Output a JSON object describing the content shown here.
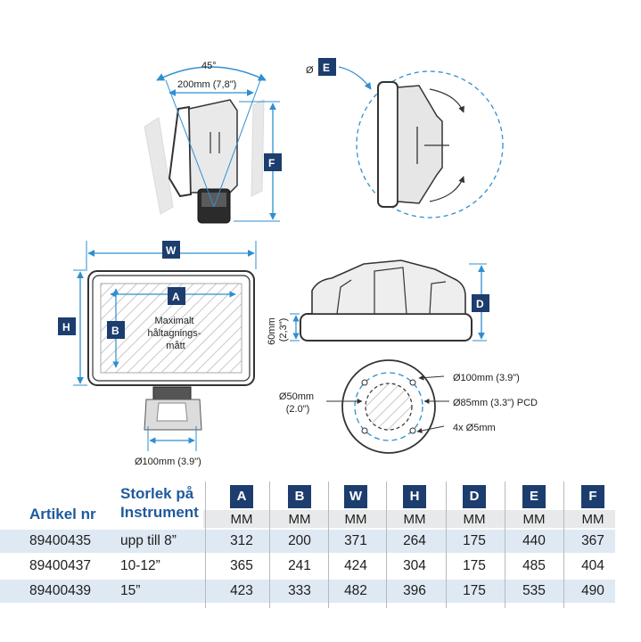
{
  "diagram": {
    "angle_label": "45°",
    "span_label": "200mm (7,8\")",
    "diameter_prefix": "Ø",
    "badges": {
      "A": "A",
      "B": "B",
      "W": "W",
      "H": "H",
      "D": "D",
      "E": "E",
      "F": "F"
    },
    "inner_text": [
      "Maximalt",
      "håltagnings-",
      "mått"
    ],
    "height_label": [
      "60mm",
      "(2,3\")"
    ],
    "base_width_label": "Ø100mm (3.9\")",
    "mount_labels": {
      "outer": "Ø100mm (3.9\")",
      "pcd": "Ø85mm (3.3\") PCD",
      "holes": "4x Ø5mm",
      "center": [
        "Ø50mm",
        "(2.0\")"
      ]
    }
  },
  "colors": {
    "accent": "#2e8fd0",
    "badge": "#1c3d6e",
    "header_text": "#1f5a9c",
    "row_shade": "#dfe9f3"
  },
  "table": {
    "article_header": "Artikel nr",
    "size_header": [
      "Storlek på",
      "Instrument"
    ],
    "columns": [
      "A",
      "B",
      "W",
      "H",
      "D",
      "E",
      "F"
    ],
    "unit": "MM",
    "rows": [
      {
        "article": "89400435",
        "size": "upp till 8”",
        "values": [
          "312",
          "200",
          "371",
          "264",
          "175",
          "440",
          "367"
        ]
      },
      {
        "article": "89400437",
        "size": "10-12”",
        "values": [
          "365",
          "241",
          "424",
          "304",
          "175",
          "485",
          "404"
        ]
      },
      {
        "article": "89400439",
        "size": "15”",
        "values": [
          "423",
          "333",
          "482",
          "396",
          "175",
          "535",
          "490"
        ]
      }
    ]
  }
}
